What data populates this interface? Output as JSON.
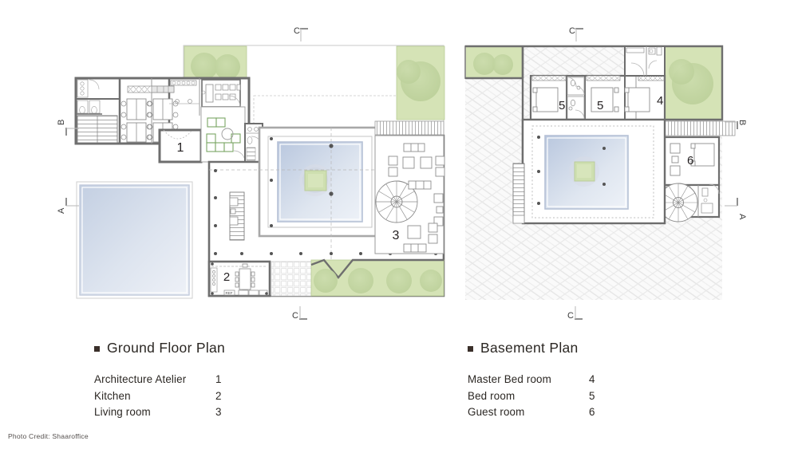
{
  "page": {
    "background": "#ffffff",
    "credit": "Photo Credit: Shaaroffice"
  },
  "colors": {
    "wall": "#6e6e6e",
    "wall_dark": "#5a5a5a",
    "thin_line": "#9a9a9a",
    "green_area": "#d5e3b6",
    "green_tree": "#c3d6a1",
    "pool_light": "#e8edf5",
    "pool_dark": "#b9c6dd",
    "furniture_green": "#9bbf86",
    "text": "#231f20",
    "hatch": "#e9e9e9"
  },
  "plans": [
    {
      "id": "ground-floor",
      "title": "Ground Floor Plan",
      "bullet": "square-bullet",
      "rooms": [
        {
          "label": "Architecture Atelier",
          "number": "1"
        },
        {
          "label": "Kitchen",
          "number": "2"
        },
        {
          "label": "Living room",
          "number": "3"
        }
      ],
      "plan_numbers": [
        "1",
        "2",
        "3"
      ],
      "section_markers": [
        {
          "letter": "C",
          "position": "top"
        },
        {
          "letter": "B",
          "position": "left-upper"
        },
        {
          "letter": "A",
          "position": "left-lower"
        },
        {
          "letter": "C",
          "position": "bottom"
        }
      ],
      "features": [
        "office-desks",
        "stair-run",
        "restrooms",
        "kitchenette",
        "swimming-pool",
        "central-courtyard-pool",
        "courtyard-tree",
        "spiral-staircase",
        "living-room-furniture",
        "dining-table",
        "garden-trees",
        "paved-terrace"
      ]
    },
    {
      "id": "basement",
      "title": "Basement Plan",
      "bullet": "square-bullet",
      "rooms": [
        {
          "label": "Master Bed room",
          "number": "4"
        },
        {
          "label": "Bed room",
          "number": "5"
        },
        {
          "label": "Guest room",
          "number": "6"
        }
      ],
      "plan_numbers": [
        "5",
        "5",
        "4",
        "6"
      ],
      "section_markers": [
        {
          "letter": "C",
          "position": "top"
        },
        {
          "letter": "B",
          "position": "right-upper"
        },
        {
          "letter": "A",
          "position": "right-lower"
        },
        {
          "letter": "C",
          "position": "bottom"
        }
      ],
      "features": [
        "bedroom-beds",
        "bathrooms",
        "wardrobes",
        "central-courtyard-pool",
        "courtyard-tree",
        "spiral-staircase",
        "stair-run",
        "garden-trees",
        "hatched-ground"
      ]
    }
  ]
}
